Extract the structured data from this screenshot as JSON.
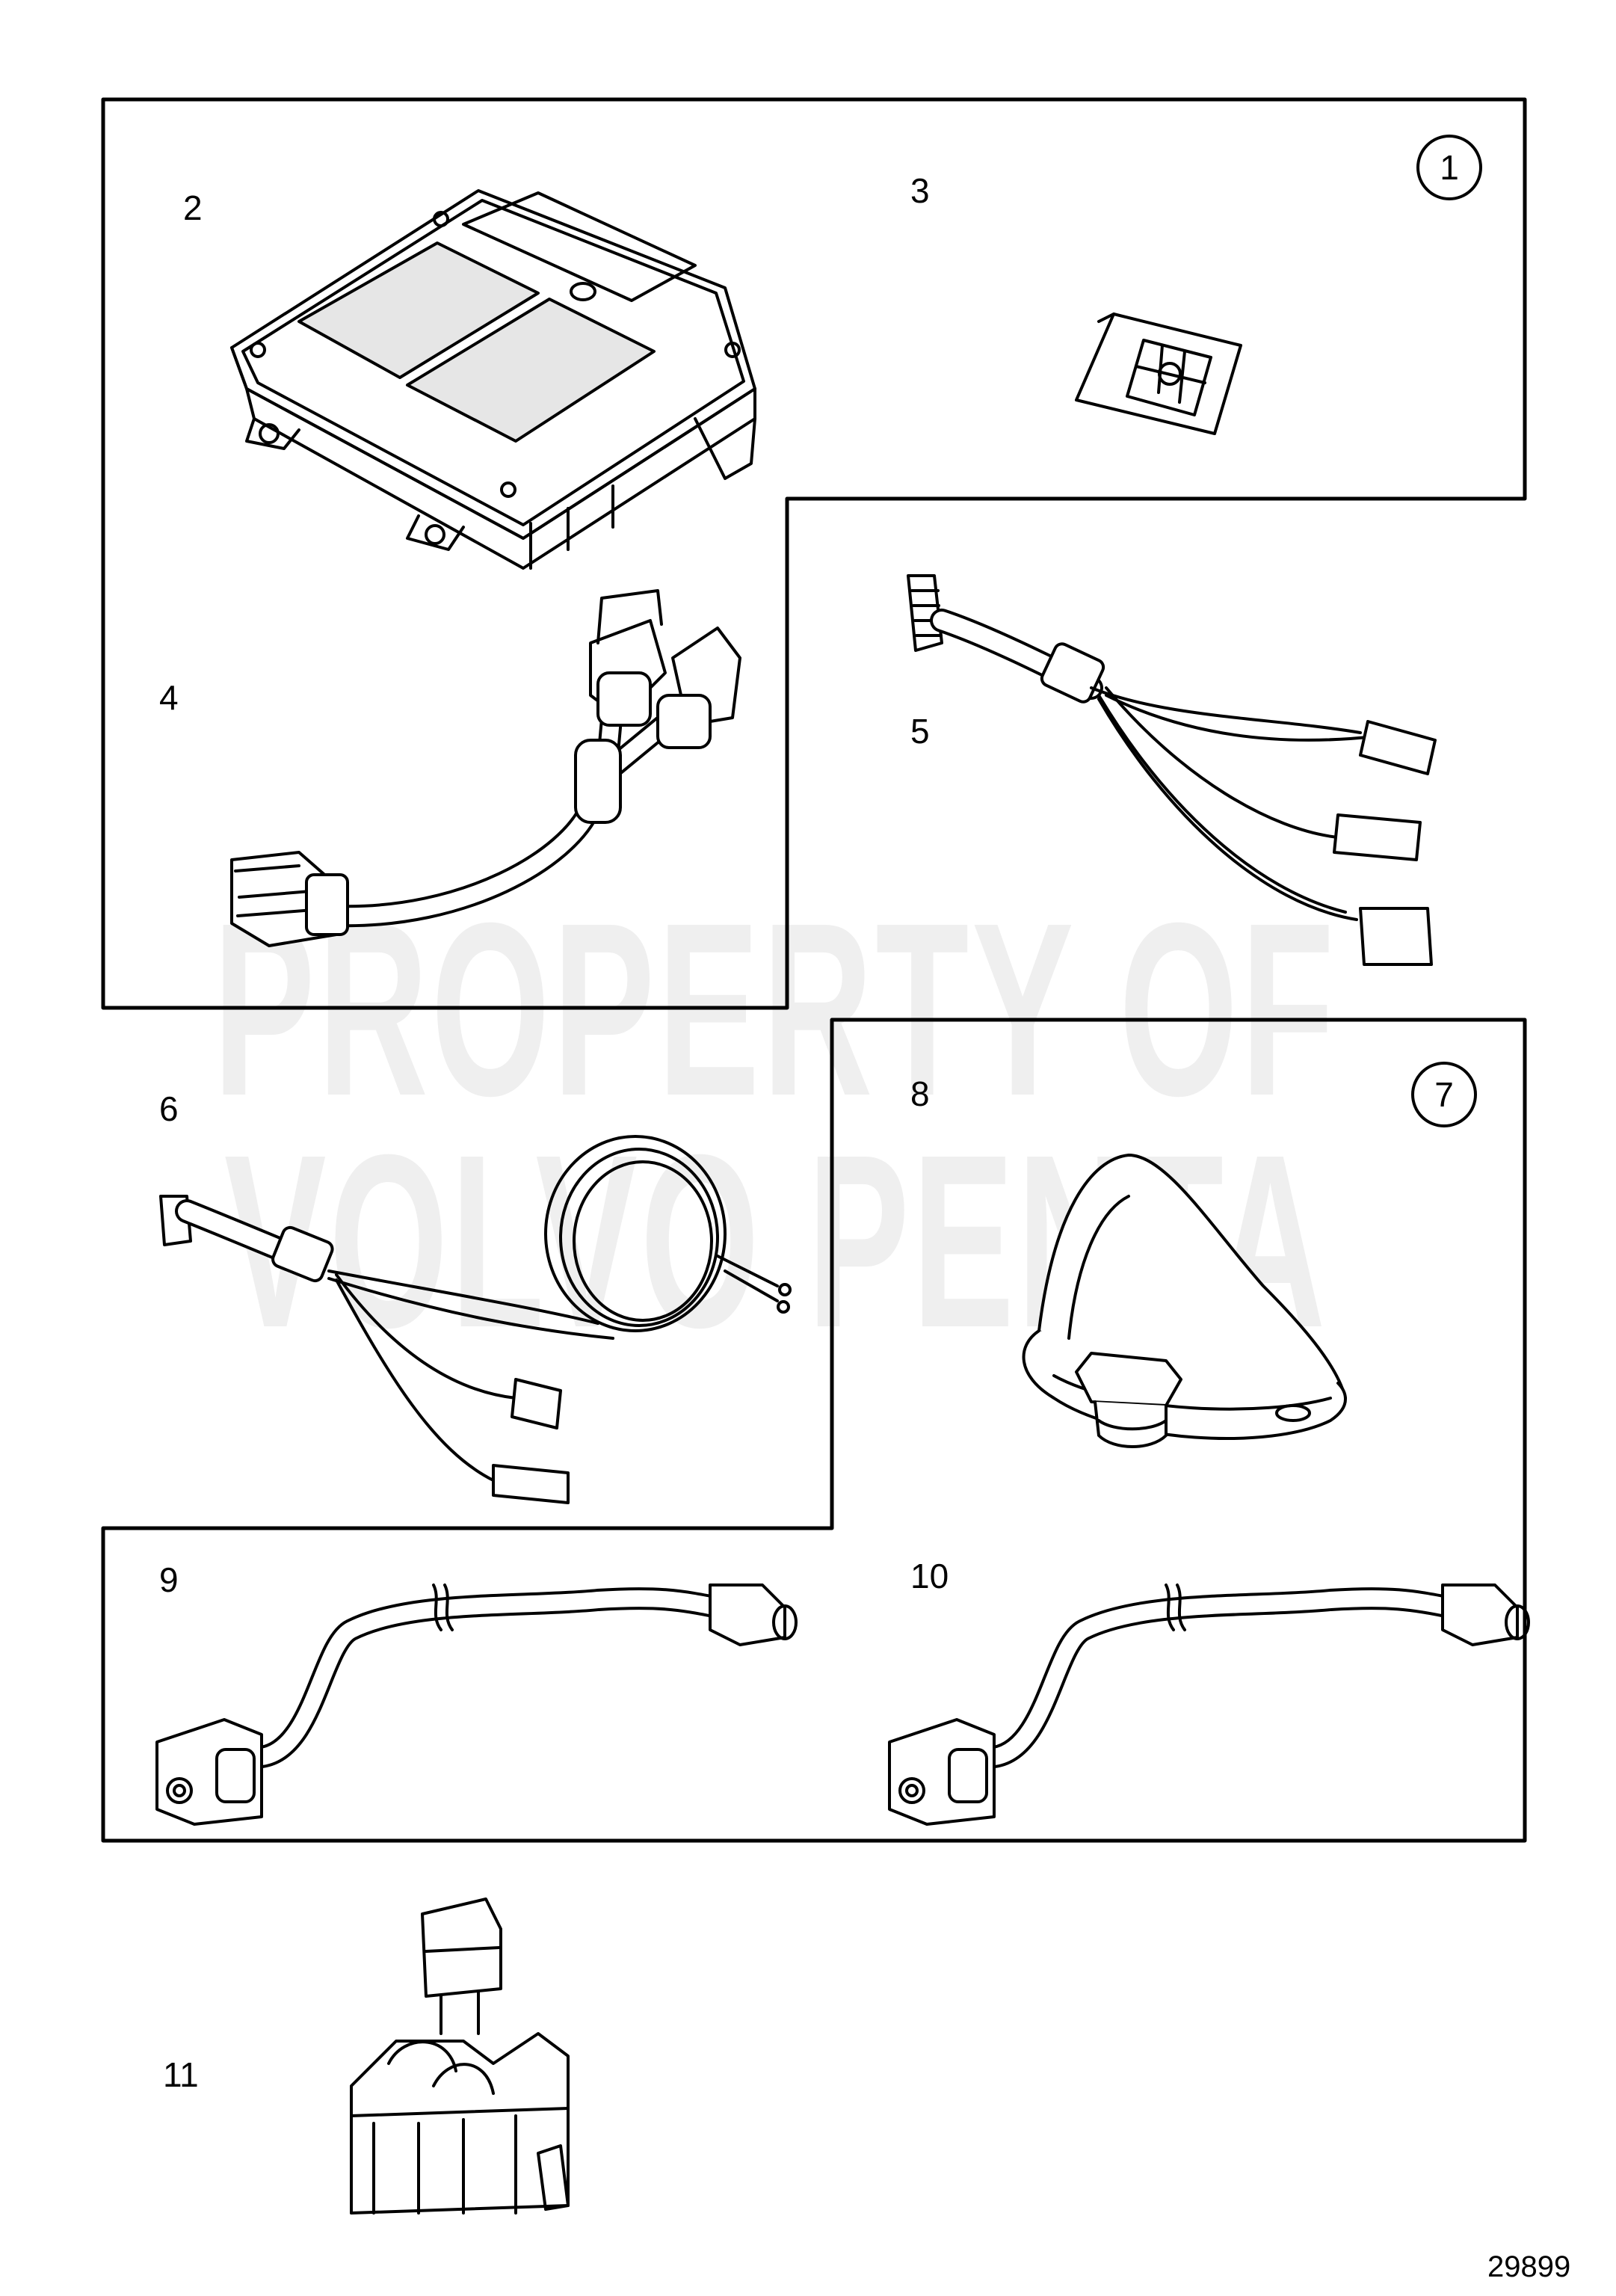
{
  "watermark": {
    "line1": "PROPERTY OF",
    "line2": "VOLVO PENTA"
  },
  "callouts": {
    "c1": "1",
    "c2": "2",
    "c3": "3",
    "c4": "4",
    "c5": "5",
    "c6": "6",
    "c7": "7",
    "c8": "8",
    "c9": "9",
    "c10": "10",
    "c11": "11"
  },
  "reference_number": "29899",
  "colors": {
    "line": "#000000",
    "background": "#ffffff",
    "watermark": "#efefef",
    "fill_light": "#e6e6e6"
  }
}
